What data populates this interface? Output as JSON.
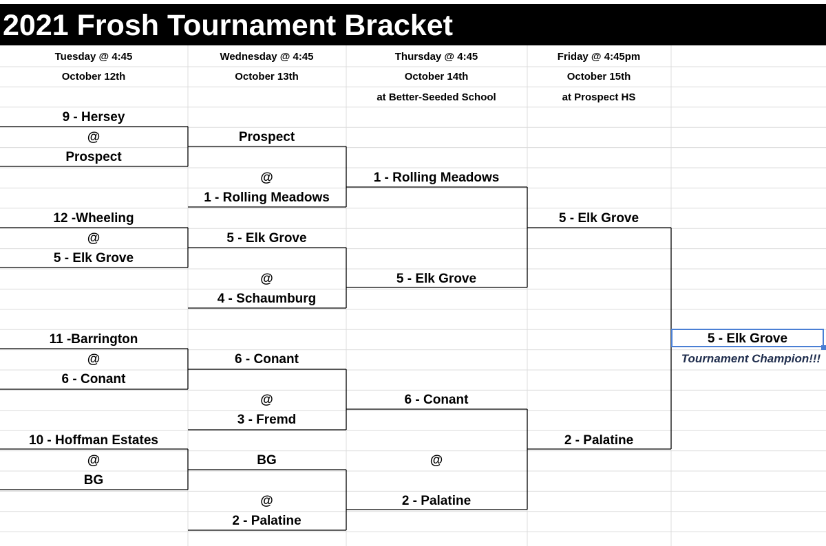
{
  "title": "2021 Frosh Tournament Bracket",
  "headers": [
    {
      "day": "Tuesday @ 4:45",
      "date": "October 12th",
      "venue": ""
    },
    {
      "day": "Wednesday @ 4:45",
      "date": "October 13th",
      "venue": ""
    },
    {
      "day": "Thursday @ 4:45",
      "date": "October 14th",
      "venue": "at Better-Seeded School"
    },
    {
      "day": "Friday @ 4:45pm",
      "date": "October 15th",
      "venue": "at Prospect HS"
    }
  ],
  "round1": [
    {
      "top": "9 - Hersey",
      "at": "@",
      "bottom": "Prospect"
    },
    {
      "top": "12 -Wheeling",
      "at": "@",
      "bottom": "5 - Elk Grove"
    },
    {
      "top": "11 -Barrington",
      "at": "@",
      "bottom": "6 - Conant"
    },
    {
      "top": "10 - Hoffman Estates",
      "at": "@",
      "bottom": "BG"
    }
  ],
  "round2": [
    {
      "top": "Prospect",
      "at": "@",
      "bottom": "1 - Rolling Meadows"
    },
    {
      "top": "5 - Elk Grove",
      "at": "@",
      "bottom": "4 - Schaumburg"
    },
    {
      "top": "6 - Conant",
      "at": "@",
      "bottom": "3 - Fremd"
    },
    {
      "top": "BG",
      "at": "@",
      "bottom": "2 - Palatine"
    }
  ],
  "round3": [
    {
      "top": "1 - Rolling Meadows",
      "at": "",
      "bottom": "5 - Elk Grove"
    },
    {
      "top": "6 - Conant",
      "at": "@",
      "bottom": "2 - Palatine"
    }
  ],
  "round4": {
    "top": "5 - Elk Grove",
    "bottom": "2 - Palatine"
  },
  "champion": {
    "team": "5 - Elk Grove",
    "label": "Tournament Champion!!!"
  }
}
